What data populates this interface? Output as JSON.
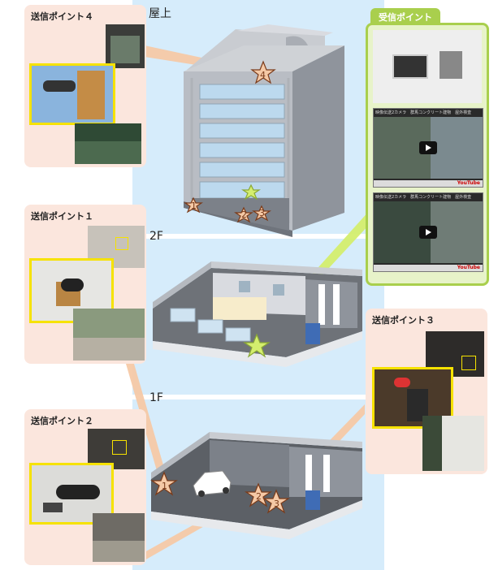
{
  "floors": {
    "roof": "屋上",
    "second": "2F",
    "first": "1F"
  },
  "points": {
    "p4": {
      "title": "送信ポイント４"
    },
    "p1": {
      "title": "送信ポイント１"
    },
    "p2": {
      "title": "送信ポイント２"
    },
    "p3": {
      "title": "送信ポイント３"
    }
  },
  "receiver": {
    "title": "受信ポイント",
    "video_caption": "映像伝送2カメラ　群馬コンクリート建物　屋外検査",
    "video_logo": "YouTube"
  },
  "markers": {
    "m1": "1",
    "m2": "2",
    "m3": "3",
    "m4": "4"
  },
  "colors": {
    "receiver_green": "#a9cf4d",
    "card_pink": "#fbe6dd",
    "star_peach": "#f5c9a6",
    "star_green": "#d4ee6e",
    "highlight_yellow": "#f6e200"
  }
}
